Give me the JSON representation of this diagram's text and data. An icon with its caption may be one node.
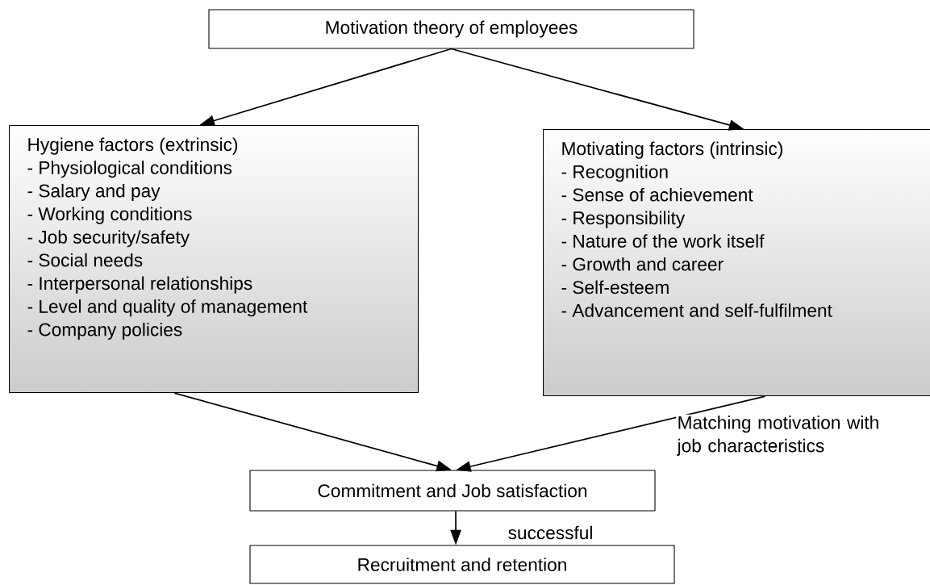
{
  "diagram": {
    "nodes": [
      {
        "text": [
          "Motivation theory of employees"
        ]
      },
      {
        "text": [
          "Hygiene factors (extrinsic)",
          "- Physiological conditions",
          "- Salary and pay",
          "- Working conditions",
          "- Job security/safety",
          "- Social needs",
          "- Interpersonal relationships",
          "- Level and quality of management",
          "- Company policies"
        ]
      },
      {
        "text": [
          "Motivating factors (intrinsic)",
          "- Recognition",
          "- Sense of achievement",
          "- Responsibility",
          "- Nature of the work itself",
          "- Growth and career",
          "- Self-esteem",
          "- Advancement and self-fulfilment"
        ]
      },
      {
        "text": [
          "Commitment and Job satisfaction"
        ]
      },
      {
        "text": [
          "Recruitment and retention"
        ]
      }
    ],
    "edges": [
      {
        "from": 0,
        "to": 1,
        "arrow": "to"
      },
      {
        "from": 0,
        "to": 2,
        "arrow": "to"
      },
      {
        "from": 1,
        "to": 3,
        "arrow": "to"
      },
      {
        "from": 2,
        "to": 3,
        "arrow": "to",
        "label": "Matching motivation with job characteristics"
      },
      {
        "from": 3,
        "to": 4,
        "arrow": "to",
        "label": "successful"
      }
    ]
  }
}
